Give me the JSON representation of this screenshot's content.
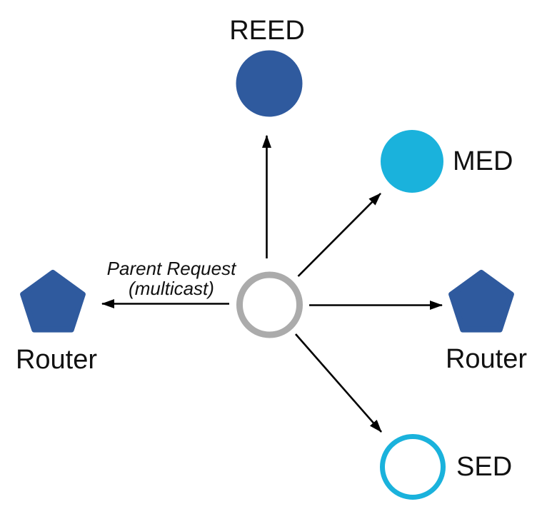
{
  "colors": {
    "blue": "#2F5A9E",
    "cyan": "#1AB2DC",
    "gray": "#ABABAB",
    "black": "#000000",
    "white": "#FFFFFF"
  },
  "diagram": {
    "type": "network-topology",
    "annotation": {
      "line1": "Parent Request",
      "line2": "(multicast)"
    },
    "center": {
      "id": "attaching-device",
      "shape": "outline-circle",
      "color_key": "gray",
      "label": ""
    },
    "nodes": [
      {
        "id": "reed",
        "label": "REED",
        "shape": "filled-circle",
        "color_key": "blue",
        "position": "top"
      },
      {
        "id": "med",
        "label": "MED",
        "shape": "filled-circle",
        "color_key": "cyan",
        "position": "upper-right"
      },
      {
        "id": "router-right",
        "label": "Router",
        "shape": "pentagon",
        "color_key": "blue",
        "position": "right"
      },
      {
        "id": "sed",
        "label": "SED",
        "shape": "outline-circle",
        "color_key": "cyan",
        "position": "lower-right"
      },
      {
        "id": "router-left",
        "label": "Router",
        "shape": "pentagon",
        "color_key": "blue",
        "position": "left"
      }
    ],
    "edges": [
      {
        "from": "center",
        "to": "reed"
      },
      {
        "from": "center",
        "to": "med"
      },
      {
        "from": "center",
        "to": "router-right"
      },
      {
        "from": "center",
        "to": "sed"
      },
      {
        "from": "center",
        "to": "router-left"
      }
    ]
  }
}
